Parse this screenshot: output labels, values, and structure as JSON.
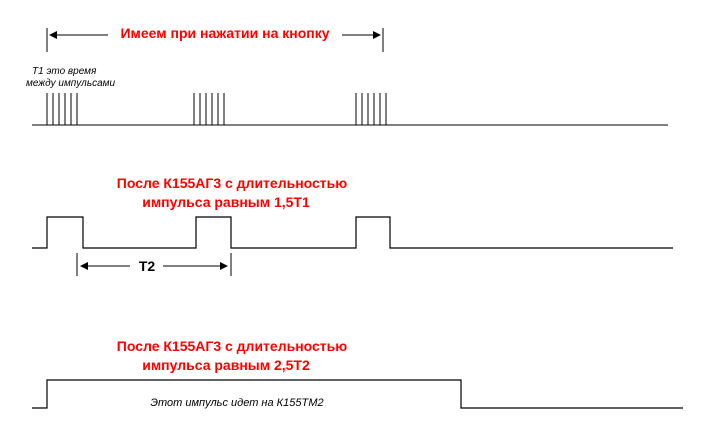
{
  "row1": {
    "title": "Имеем при нажатии на кнопку",
    "note_line1": "Т1 это время",
    "note_line2": "между импульсами"
  },
  "row2": {
    "title_line1": "После К155АГ3 с длительностью",
    "title_line2": "импульса равным 1,5Т1",
    "interval_label": "Т2"
  },
  "row3": {
    "title_line1": "После К155АГ3 с длительностью",
    "title_line2": "импульса равным 2,5Т2",
    "pulse_label": "Этот импульс идет на К155ТМ2"
  },
  "colors": {
    "title": "#ff0000",
    "lines": "#000000"
  }
}
